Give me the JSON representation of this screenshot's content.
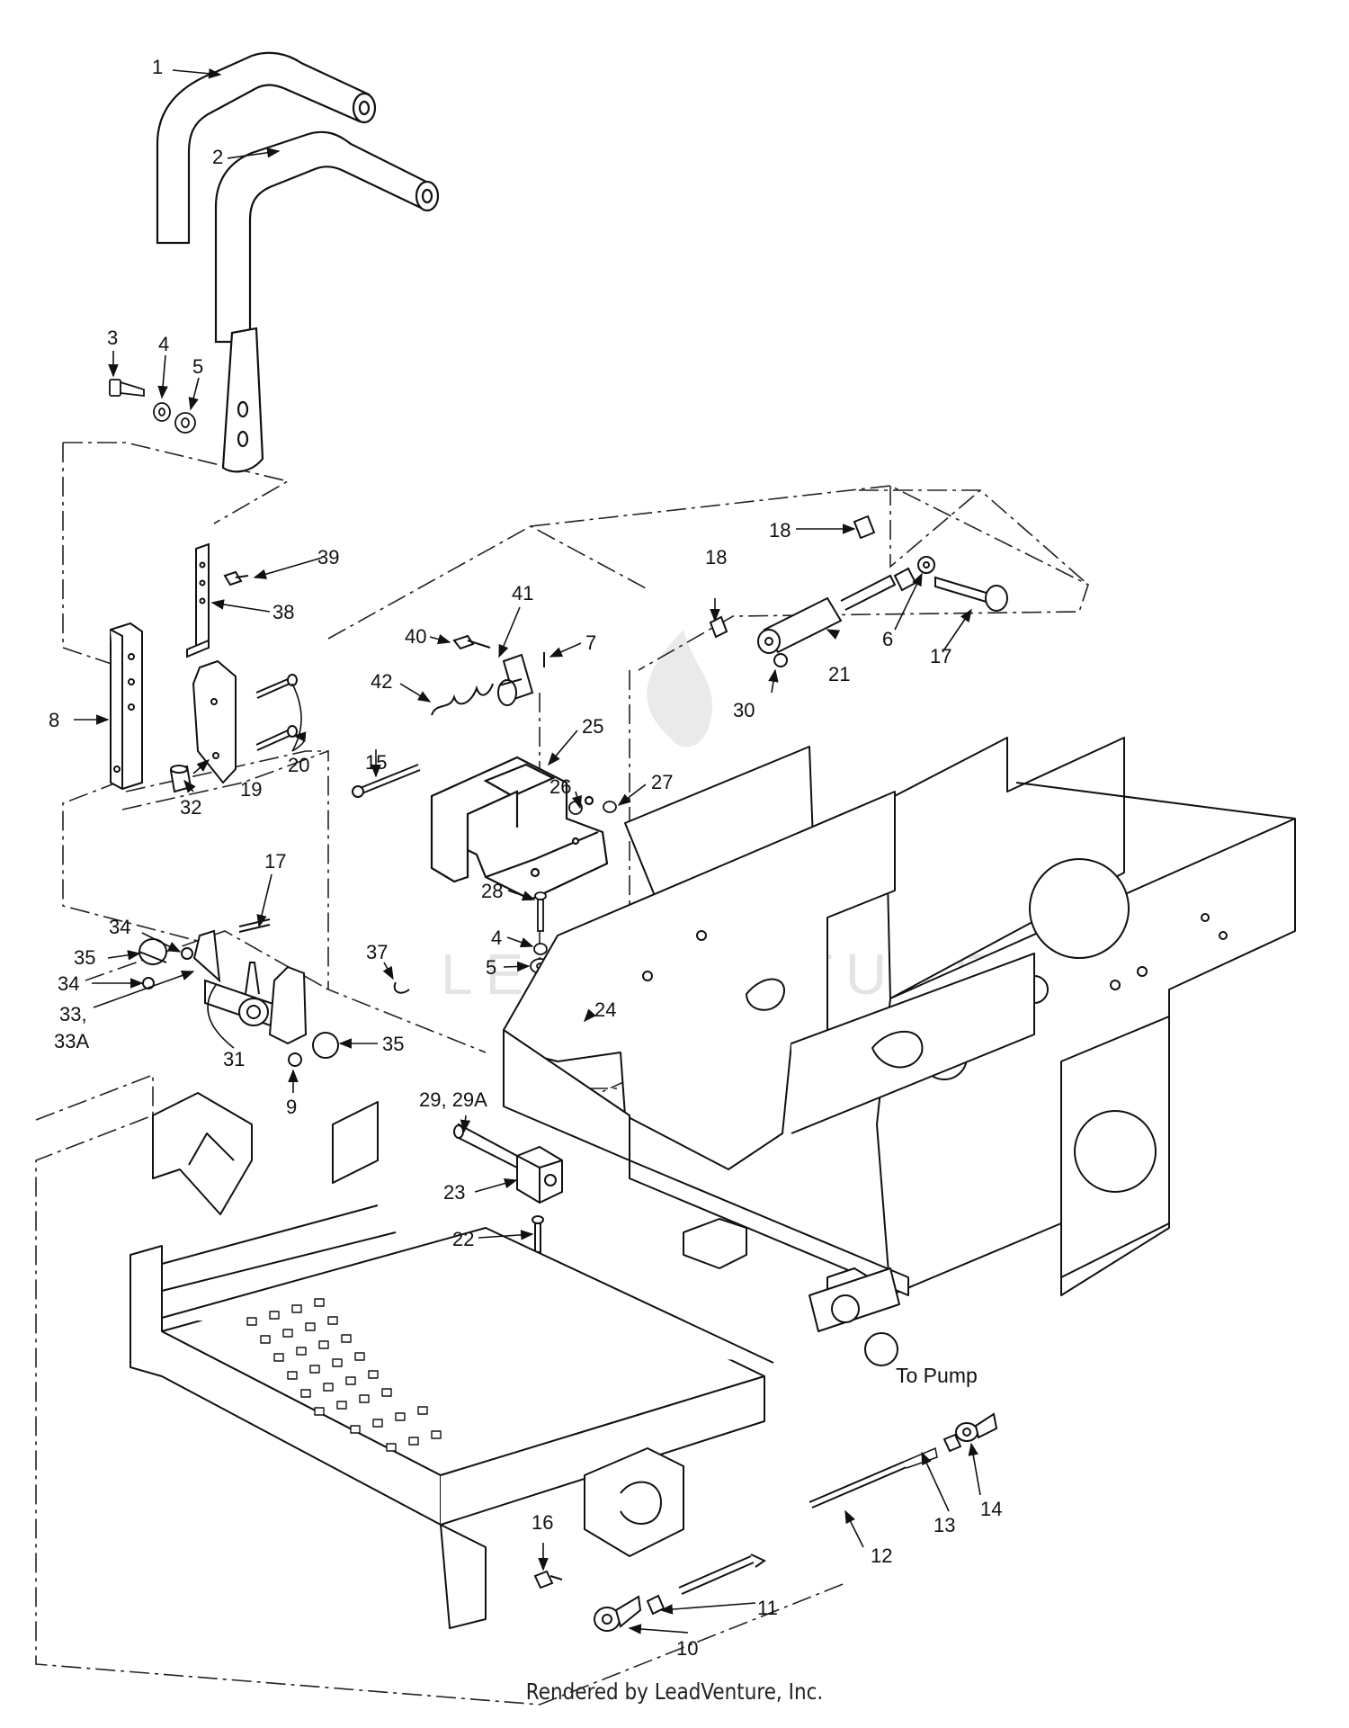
{
  "diagram": {
    "callouts": [
      {
        "id": "c1",
        "text": "1"
      },
      {
        "id": "c2",
        "text": "2"
      },
      {
        "id": "c3",
        "text": "3"
      },
      {
        "id": "c4a",
        "text": "4"
      },
      {
        "id": "c5a",
        "text": "5"
      },
      {
        "id": "c39",
        "text": "39"
      },
      {
        "id": "c38",
        "text": "38"
      },
      {
        "id": "c8",
        "text": "8"
      },
      {
        "id": "c20",
        "text": "20"
      },
      {
        "id": "c19",
        "text": "19"
      },
      {
        "id": "c32",
        "text": "32"
      },
      {
        "id": "c17a",
        "text": "17"
      },
      {
        "id": "c34a",
        "text": "34"
      },
      {
        "id": "c35a",
        "text": "35"
      },
      {
        "id": "c34b",
        "text": "34"
      },
      {
        "id": "c33",
        "text": "33,"
      },
      {
        "id": "c33A",
        "text": "33A"
      },
      {
        "id": "c31",
        "text": "31"
      },
      {
        "id": "c9",
        "text": "9"
      },
      {
        "id": "c35b",
        "text": "35"
      },
      {
        "id": "c41",
        "text": "41"
      },
      {
        "id": "c40",
        "text": "40"
      },
      {
        "id": "c7",
        "text": "7"
      },
      {
        "id": "c42",
        "text": "42"
      },
      {
        "id": "c15",
        "text": "15"
      },
      {
        "id": "c25",
        "text": "25"
      },
      {
        "id": "c26",
        "text": "26"
      },
      {
        "id": "c27",
        "text": "27"
      },
      {
        "id": "c28",
        "text": "28"
      },
      {
        "id": "c4b",
        "text": "4"
      },
      {
        "id": "c5b",
        "text": "5"
      },
      {
        "id": "c37",
        "text": "37"
      },
      {
        "id": "c24",
        "text": "24"
      },
      {
        "id": "c29",
        "text": "29, 29A"
      },
      {
        "id": "c23",
        "text": "23"
      },
      {
        "id": "c22",
        "text": "22"
      },
      {
        "id": "c18a",
        "text": "18"
      },
      {
        "id": "c18b",
        "text": "18"
      },
      {
        "id": "c21",
        "text": "21"
      },
      {
        "id": "c6",
        "text": "6"
      },
      {
        "id": "c17b",
        "text": "17"
      },
      {
        "id": "c30",
        "text": "30"
      },
      {
        "id": "c12",
        "text": "12"
      },
      {
        "id": "c13",
        "text": "13"
      },
      {
        "id": "c14",
        "text": "14"
      },
      {
        "id": "c16",
        "text": "16"
      },
      {
        "id": "c10",
        "text": "10"
      },
      {
        "id": "c11",
        "text": "11"
      }
    ],
    "note_to_pump": "To Pump",
    "watermark": "LEADVENTURE"
  },
  "footer": {
    "credit": "Rendered by LeadVenture, Inc."
  }
}
